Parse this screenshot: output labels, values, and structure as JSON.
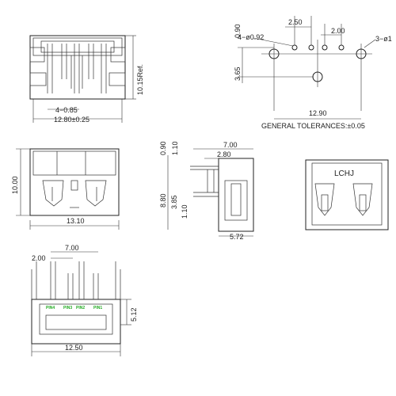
{
  "drawing": {
    "top_view": {
      "dims": {
        "pitch": "4−0.85",
        "width": "12.80±0.25",
        "height": "10.15Ref."
      }
    },
    "footprint": {
      "dims": {
        "pitch_a": "2.50",
        "pitch_b": "2.00",
        "small_holes": "4−ø0.92",
        "large_holes": "3−ø1",
        "offset_top": "0.90",
        "offset_mid": "3.65",
        "span": "12.90"
      },
      "tolerance_note": "GENERAL TOLERANCES:±0.05"
    },
    "front_view": {
      "dims": {
        "height": "10.00",
        "width": "13.10"
      }
    },
    "side_view": {
      "dims": {
        "d1": "0.90",
        "d2": "1.10",
        "d3": "7.00",
        "d4": "2.80",
        "d5": "8.80",
        "d6": "3.85",
        "d7": "1.10",
        "d8": "5.72"
      }
    },
    "rear_view": {
      "brand": "LCHJ"
    },
    "bottom_view": {
      "dims": {
        "pitch": "2.00",
        "span": "7.00",
        "height": "5.12",
        "width": "12.50"
      },
      "pin_labels": [
        "PIN4",
        "PIN3",
        "PIN2",
        "PIN1"
      ]
    }
  }
}
